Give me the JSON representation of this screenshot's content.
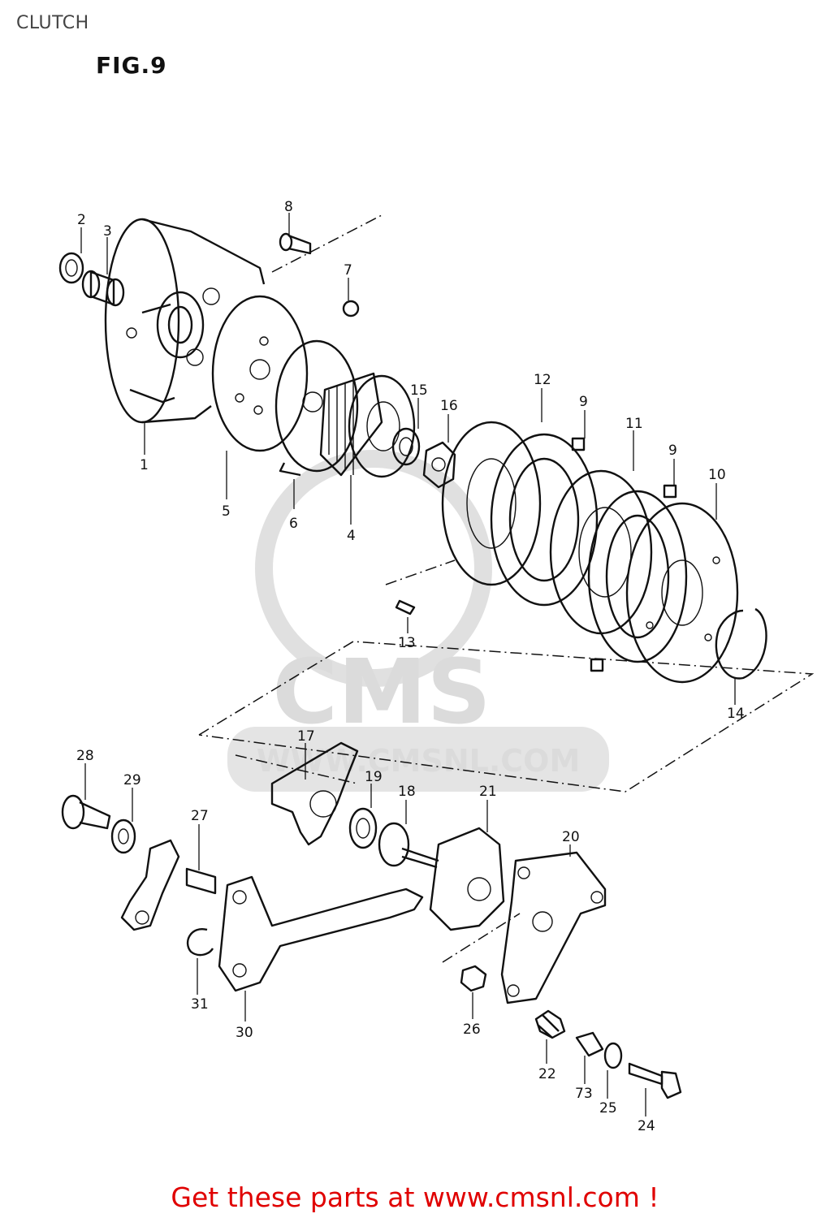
{
  "header": {
    "section": "CLUTCH",
    "figure": "FIG.9"
  },
  "watermark": {
    "brand": "CMS",
    "site": "WWW.CMSNL.COM"
  },
  "callouts": [
    "1",
    "2",
    "3",
    "4",
    "5",
    "6",
    "7",
    "8",
    "9",
    "9",
    "10",
    "11",
    "12",
    "13",
    "14",
    "15",
    "16",
    "17",
    "18",
    "19",
    "20",
    "21",
    "22",
    "73",
    "24",
    "25",
    "26",
    "27",
    "28",
    "29",
    "30",
    "31"
  ],
  "footer": {
    "promo": "Get these parts at www.cmsnl.com !"
  },
  "colors": {
    "promo": "#e00000",
    "line_art": "#111111",
    "watermark": "#d8d8d8"
  }
}
